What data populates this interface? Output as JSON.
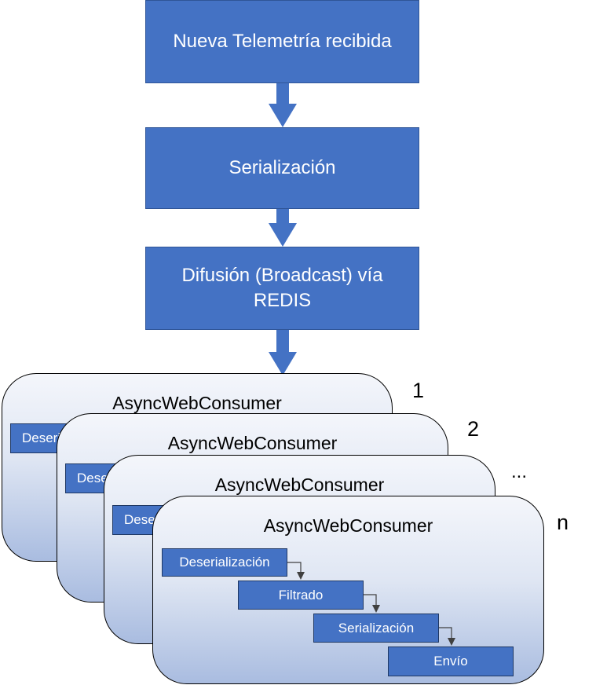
{
  "flow": {
    "received": "Nueva Telemetría recibida",
    "serialization": "Serialización",
    "broadcast": "Difusión (Broadcast) vía REDIS"
  },
  "consumers": [
    {
      "title": "AsyncWebConsumer",
      "number": "1",
      "first_step": "Deserialización"
    },
    {
      "title": "AsyncWebConsumer",
      "number": "2",
      "first_step": "Deserialización"
    },
    {
      "title": "AsyncWebConsumer",
      "number": "...",
      "first_step": "Deserialización"
    },
    {
      "title": "AsyncWebConsumer",
      "number": "n",
      "first_step": "Deserialización"
    }
  ],
  "pipeline": {
    "deserialization": "Deserialización",
    "filter": "Filtrado",
    "serialization": "Serialización",
    "send": "Envío"
  },
  "colors": {
    "box_fill": "#4472c4",
    "box_border": "#2f5597",
    "panel_gradient_top": "#f4f6fb",
    "panel_gradient_bottom": "#a9bce0"
  }
}
